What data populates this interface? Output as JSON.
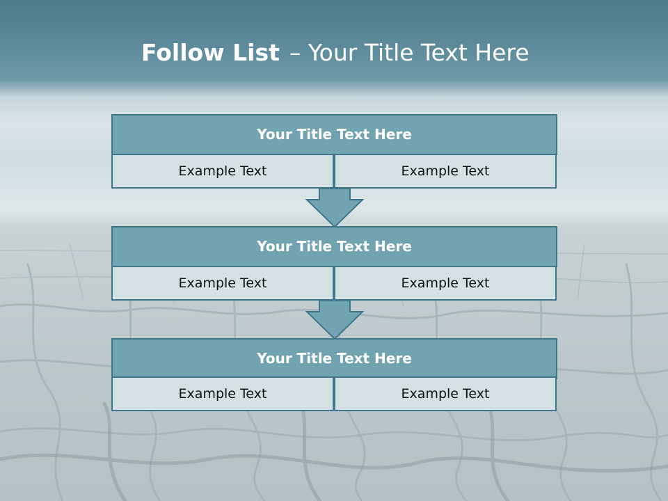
{
  "slide": {
    "title_bold": "Follow List",
    "title_rest": "– Your Title Text Here"
  },
  "blocks": [
    {
      "title": "Your Title Text Here",
      "left": "Example Text",
      "right": "Example Text"
    },
    {
      "title": "Your Title Text Here",
      "left": "Example Text",
      "right": "Example Text"
    },
    {
      "title": "Your Title Text Here",
      "left": "Example Text",
      "right": "Example Text"
    }
  ],
  "colors": {
    "header_fill": "#71a3b1",
    "border": "#41778a",
    "cell_fill": "#d5e1e5",
    "arrow_fill": "#71a3b1"
  },
  "icons": {
    "connector": "down-arrow-icon"
  }
}
